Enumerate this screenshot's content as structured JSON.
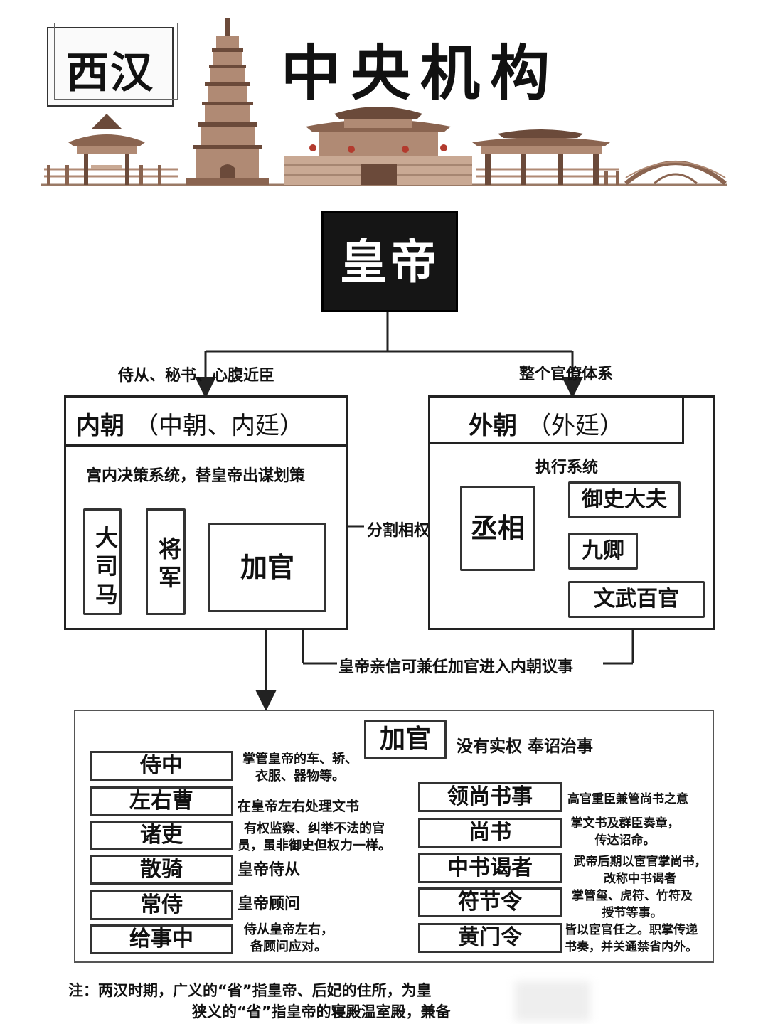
{
  "header": {
    "dynasty": "西汉",
    "title": "中央机构"
  },
  "emperor": "皇帝",
  "edges": {
    "left_label": "侍从、秘书、心腹近臣",
    "right_label": "整个官僚体系",
    "split_label": "分割相权",
    "return_label": "皇帝亲信可兼任加官进入内朝议事"
  },
  "inner_court": {
    "title": "内朝",
    "subtitle": "（中朝、内廷）",
    "desc": "宫内决策系统，替皇帝出谋划策",
    "posts": [
      {
        "label": "大司马"
      },
      {
        "label": "将军"
      },
      {
        "label": "加官"
      }
    ]
  },
  "outer_court": {
    "title": "外朝",
    "subtitle": "（外廷）",
    "desc": "执行系统",
    "chancellor": "丞相",
    "posts": [
      "御史大夫",
      "九卿",
      "文武百官"
    ]
  },
  "jiaguan": {
    "title": "加官",
    "desc": "没有实权 奉诏治事",
    "left": [
      {
        "name": "侍中",
        "desc": [
          "掌管皇帝的车、轿、",
          "衣服、器物等。"
        ]
      },
      {
        "name": "左右曹",
        "desc": [
          "在皇帝左右处理文书"
        ]
      },
      {
        "name": "诸吏",
        "desc": [
          "有权监察、纠举不法的官",
          "员，虽非御史但权力一样。"
        ]
      },
      {
        "name": "散骑",
        "desc": [
          "皇帝侍从"
        ]
      },
      {
        "name": "常侍",
        "desc": [
          "皇帝顾问"
        ]
      },
      {
        "name": "给事中",
        "desc": [
          "侍从皇帝左右，",
          "备顾问应对。"
        ]
      }
    ],
    "right": [
      {
        "name": "领尚书事",
        "desc": [
          "高官重臣兼管尚书之意"
        ]
      },
      {
        "name": "尚书",
        "desc": [
          "掌文书及群臣奏章，",
          "传达诏命。"
        ]
      },
      {
        "name": "中书谒者",
        "desc": [
          "武帝后期以宦官掌尚书，",
          "改称中书谒者"
        ]
      },
      {
        "name": "符节令",
        "desc": [
          "掌管玺、虎符、竹符及",
          "授节等事。"
        ]
      },
      {
        "name": "黄门令",
        "desc": [
          "皆以宦官任之。职掌传递",
          "书奏，并关通禁省内外。"
        ]
      }
    ]
  },
  "note": {
    "line1": "注：两汉时期，广义的“省”指皇帝、后妃的住所，为皇",
    "line2": "狭义的“省”指皇帝的寝殿温室殿，兼备"
  },
  "colors": {
    "building": "#b08a74",
    "building_dark": "#6b4a3a",
    "roof": "#8a6450",
    "ink": "#111111"
  }
}
